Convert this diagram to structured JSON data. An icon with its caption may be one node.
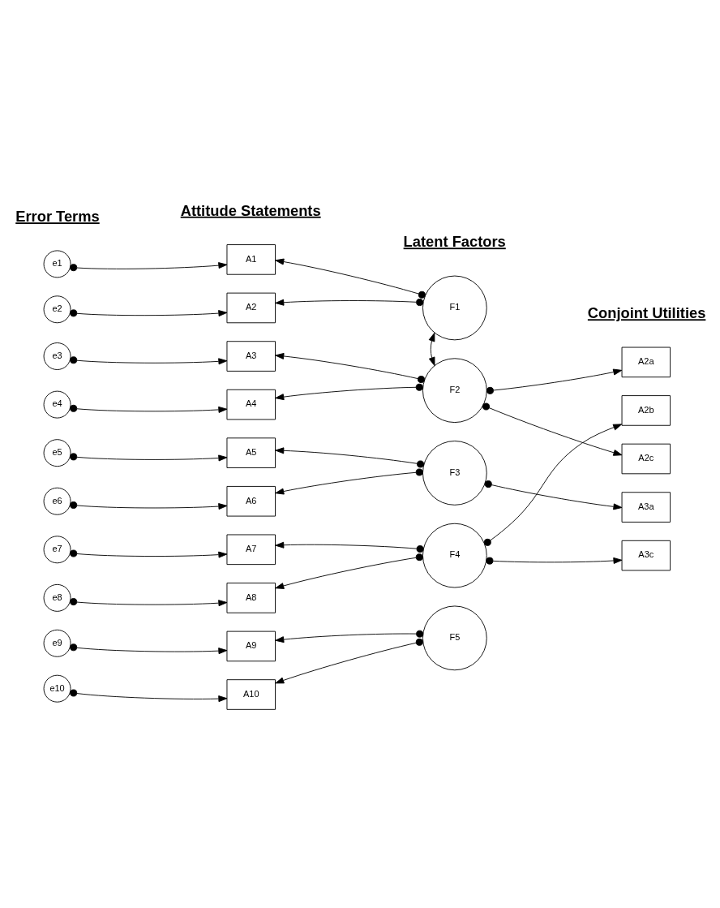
{
  "diagram": {
    "nodes": [
      {
        "text": [
          "e1"
        ]
      },
      {
        "text": [
          "e2"
        ]
      },
      {
        "text": [
          "e3"
        ]
      },
      {
        "text": [
          "e4"
        ]
      },
      {
        "text": [
          "e5"
        ]
      },
      {
        "text": [
          "e6"
        ]
      },
      {
        "text": [
          "e7"
        ]
      },
      {
        "text": [
          "e8"
        ]
      },
      {
        "text": [
          "e9"
        ]
      },
      {
        "text": [
          "e10"
        ]
      },
      {
        "text": [
          "A1"
        ]
      },
      {
        "text": [
          "A2"
        ]
      },
      {
        "text": [
          "A3"
        ]
      },
      {
        "text": [
          "A4"
        ]
      },
      {
        "text": [
          "A5"
        ]
      },
      {
        "text": [
          "A6"
        ]
      },
      {
        "text": [
          "A7"
        ]
      },
      {
        "text": [
          "A8"
        ]
      },
      {
        "text": [
          "A9"
        ]
      },
      {
        "text": [
          "A10"
        ]
      },
      {
        "text": [
          "F1"
        ]
      },
      {
        "text": [
          "F2"
        ]
      },
      {
        "text": [
          "F3"
        ]
      },
      {
        "text": [
          "F4"
        ]
      },
      {
        "text": [
          "F5"
        ]
      },
      {
        "text": [
          "A2a"
        ]
      },
      {
        "text": [
          "A2b"
        ]
      },
      {
        "text": [
          "A2c"
        ]
      },
      {
        "text": [
          "A3a"
        ]
      },
      {
        "text": [
          "A3c"
        ]
      }
    ],
    "edges": [
      {
        "from": 0,
        "to": 10,
        "arrow": "to"
      },
      {
        "from": 1,
        "to": 11,
        "arrow": "to"
      },
      {
        "from": 2,
        "to": 12,
        "arrow": "to"
      },
      {
        "from": 3,
        "to": 13,
        "arrow": "to"
      },
      {
        "from": 4,
        "to": 14,
        "arrow": "to"
      },
      {
        "from": 5,
        "to": 15,
        "arrow": "to"
      },
      {
        "from": 6,
        "to": 16,
        "arrow": "to"
      },
      {
        "from": 7,
        "to": 17,
        "arrow": "to"
      },
      {
        "from": 8,
        "to": 18,
        "arrow": "to"
      },
      {
        "from": 9,
        "to": 19,
        "arrow": "to"
      },
      {
        "from": 20,
        "to": 10,
        "arrow": "to"
      },
      {
        "from": 20,
        "to": 11,
        "arrow": "to"
      },
      {
        "from": 20,
        "to": 21,
        "arrow": "both"
      },
      {
        "from": 21,
        "to": 12,
        "arrow": "to"
      },
      {
        "from": 21,
        "to": 13,
        "arrow": "to"
      },
      {
        "from": 21,
        "to": 25,
        "arrow": "to"
      },
      {
        "from": 21,
        "to": 27,
        "arrow": "to"
      },
      {
        "from": 22,
        "to": 14,
        "arrow": "to"
      },
      {
        "from": 22,
        "to": 15,
        "arrow": "to"
      },
      {
        "from": 22,
        "to": 28,
        "arrow": "to"
      },
      {
        "from": 23,
        "to": 16,
        "arrow": "to"
      },
      {
        "from": 23,
        "to": 17,
        "arrow": "to"
      },
      {
        "from": 23,
        "to": 26,
        "arrow": "to"
      },
      {
        "from": 23,
        "to": 29,
        "arrow": "to"
      },
      {
        "from": 24,
        "to": 18,
        "arrow": "to"
      },
      {
        "from": 24,
        "to": 19,
        "arrow": "to"
      }
    ],
    "labels": [
      "Error Terms",
      "Attitude Statements",
      "Latent Factors",
      "Conjoint Utilities"
    ]
  }
}
